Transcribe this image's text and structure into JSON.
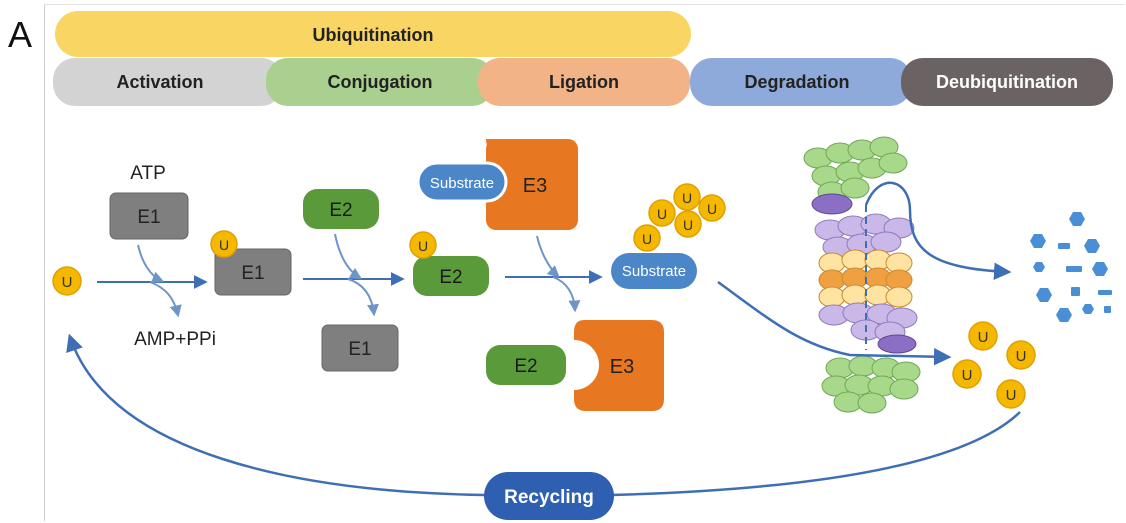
{
  "panel_letter": "A",
  "header": {
    "top_band": "Ubiquitination",
    "stages": [
      "Activation",
      "Conjugation",
      "Ligation",
      "Degradation",
      "Deubiquitination"
    ]
  },
  "labels": {
    "atp": "ATP",
    "amp": "AMP+PPi",
    "ub": "U",
    "e1": "E1",
    "e2": "E2",
    "e3": "E3",
    "substrate": "Substrate",
    "recycling": "Recycling"
  },
  "colors": {
    "ubiquitination": "#F9D563",
    "activation": "#D3D3D3",
    "conjugation": "#A9D08E",
    "ligation": "#F2B387",
    "degradation": "#8EAADB",
    "deubiquitination": "#6B6363",
    "e1": "#7F7F7F",
    "e2": "#5A9A3A",
    "e3": "#E87722",
    "substrate": "#4A86C8",
    "ubiquitin": "#F5B800",
    "arrow": "#3E6FB5",
    "recycling": "#2F5FB0"
  }
}
